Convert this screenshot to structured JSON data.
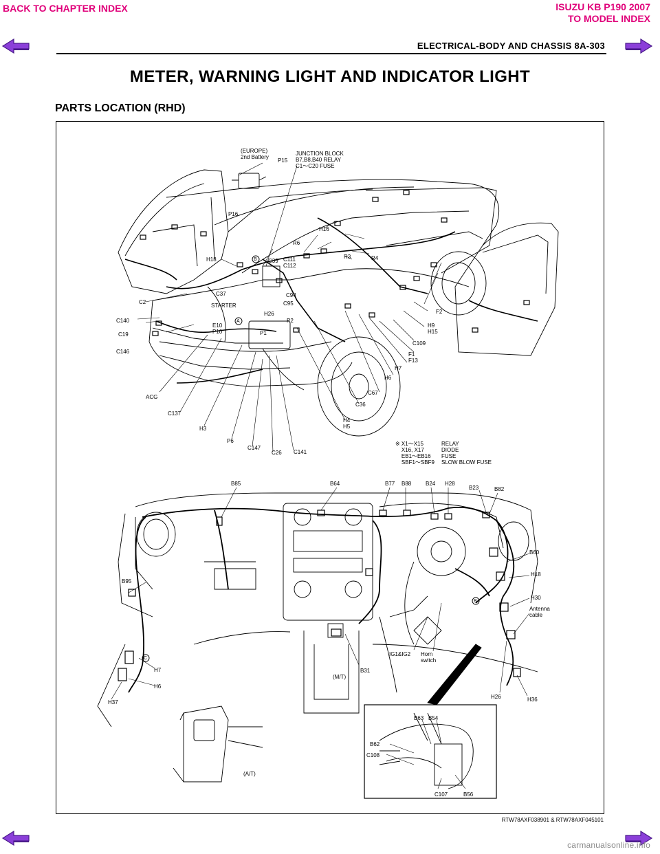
{
  "nav": {
    "back_label": "BACK TO CHAPTER INDEX",
    "model_line1": "ISUZU KB P190 2007",
    "model_line2": "TO MODEL INDEX"
  },
  "header": {
    "section": "ELECTRICAL-BODY AND CHASSIS  8A-303",
    "title": "METER, WARNING LIGHT AND INDICATOR LIGHT",
    "subtitle": "PARTS LOCATION (RHD)"
  },
  "colors": {
    "accent": "#e0007a",
    "arrow_fill": "#8b3fd9",
    "arrow_dark": "#4a1a8a"
  },
  "figure": {
    "id": "RTW78AXF038901 & RTW78AXF045101",
    "callouts": [
      "(EUROPE)\n2nd Battery",
      "P15",
      "JUNCTION BLOCK\nB7,B8,B40 RELAY\nC1～C20 FUSE",
      "P16",
      "H16",
      "R6",
      "R3",
      "R4",
      "H18",
      "C39",
      "C111\nC112",
      "C37",
      "C94",
      "C95",
      "C2",
      "STARTER",
      "H26",
      "C140",
      "E10\nP10",
      "P2",
      "P1",
      "C19",
      "C146",
      "F2",
      "H9\nH15",
      "C109",
      "F1\nF13",
      "H7",
      "H6",
      "C67",
      "C36",
      "ACG",
      "C137",
      "H3",
      "H4\nH5",
      "P6",
      "C147",
      "C26",
      "C141",
      "※ X1～X15\n    X16, X17\n    EB1～EB16\n    SBF1～SBF9",
      "RELAY\nDIODE\nFUSE\nSLOW BLOW FUSE",
      "B85",
      "B64",
      "B77",
      "B88",
      "B24",
      "H28",
      "B23",
      "B82",
      "B60",
      "H18",
      "B95",
      "H30",
      "Antenna\ncable",
      "IG1&IG2",
      "Horn\nswitch",
      "B31",
      "(M/T)",
      "H7",
      "H6",
      "H37",
      "H26",
      "H36",
      "B63",
      "B54",
      "B62",
      "C108",
      "C107",
      "B56",
      "(A/T)"
    ],
    "marker_letters": [
      "B",
      "A",
      "B",
      "C"
    ]
  },
  "footer": {
    "watermark": "carmanualsonline.info"
  }
}
